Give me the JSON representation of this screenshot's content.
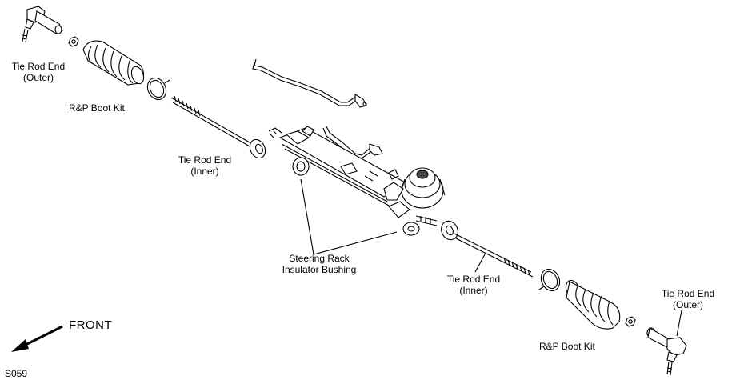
{
  "labels": {
    "tie_rod_end_outer_left": [
      "Tie Rod End",
      "(Outer)"
    ],
    "rp_boot_kit_left": "R&P Boot Kit",
    "tie_rod_end_inner_left": [
      "Tie Rod End",
      "(Inner)"
    ],
    "steering_rack_insulator_bushing": [
      "Steering Rack",
      "Insulator Bushing"
    ],
    "tie_rod_end_inner_right": [
      "Tie Rod End",
      "(Inner)"
    ],
    "tie_rod_end_outer_right": [
      "Tie Rod End",
      "(Outer)"
    ],
    "rp_boot_kit_right": "R&P Boot Kit",
    "front_indicator": "FRONT",
    "figure_code": "S059"
  }
}
